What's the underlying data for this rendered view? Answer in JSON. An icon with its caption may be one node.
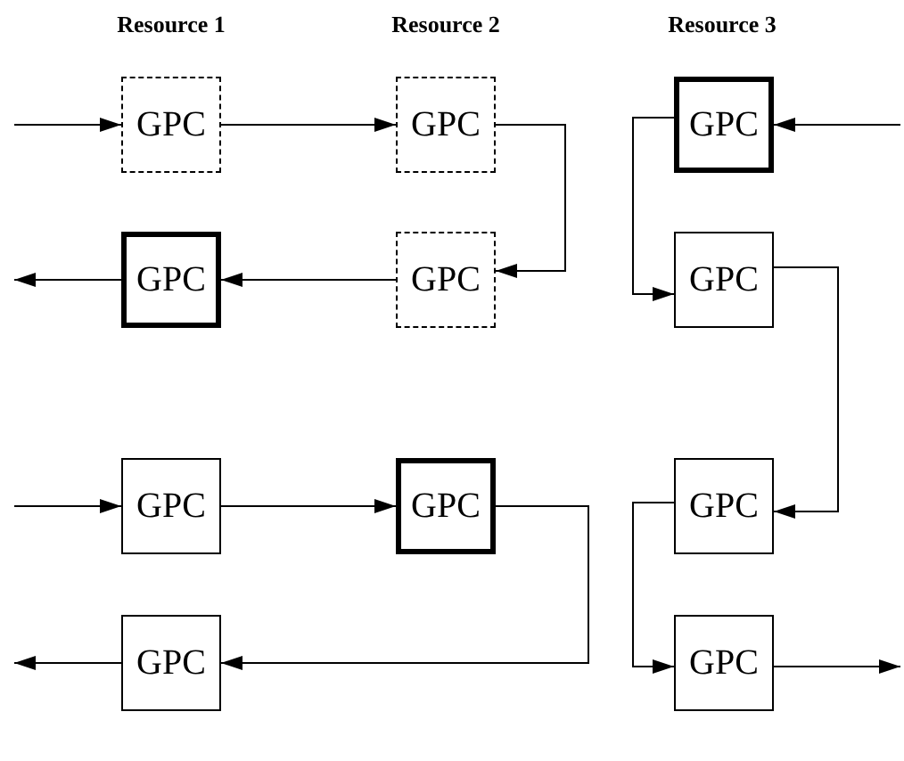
{
  "diagram": {
    "nodes": [
      {
        "text": [
          "GPC"
        ]
      },
      {
        "text": [
          "GPC"
        ]
      },
      {
        "text": [
          "GPC"
        ]
      },
      {
        "text": [
          "GPC"
        ]
      },
      {
        "text": [
          "GPC"
        ]
      },
      {
        "text": [
          "GPC"
        ]
      },
      {
        "text": [
          "GPC"
        ]
      },
      {
        "text": [
          "GPC"
        ]
      },
      {
        "text": [
          "GPC"
        ]
      },
      {
        "text": [
          "GPC"
        ]
      },
      {
        "text": [
          "GPC"
        ]
      }
    ],
    "edges": [
      {
        "from": null,
        "to": 0,
        "arrow": "to"
      },
      {
        "from": 0,
        "to": 1,
        "arrow": "to"
      },
      {
        "from": 1,
        "to": 4,
        "arrow": "to"
      },
      {
        "from": 4,
        "to": 3,
        "arrow": "to"
      },
      {
        "from": 3,
        "to": null,
        "arrow": "to"
      },
      {
        "from": null,
        "to": 2,
        "arrow": "to"
      },
      {
        "from": 2,
        "to": 5,
        "arrow": "to"
      },
      {
        "from": 5,
        "to": 8,
        "arrow": "to"
      },
      {
        "from": null,
        "to": 6,
        "arrow": "to"
      },
      {
        "from": 6,
        "to": 7,
        "arrow": "to"
      },
      {
        "from": 7,
        "to": 9,
        "arrow": "to"
      },
      {
        "from": 9,
        "to": null,
        "arrow": "to"
      },
      {
        "from": 8,
        "to": 10,
        "arrow": "to"
      },
      {
        "from": 10,
        "to": null,
        "arrow": "to"
      }
    ],
    "labels": [
      "Resource 1",
      "Resource 2",
      "Resource 3"
    ]
  }
}
